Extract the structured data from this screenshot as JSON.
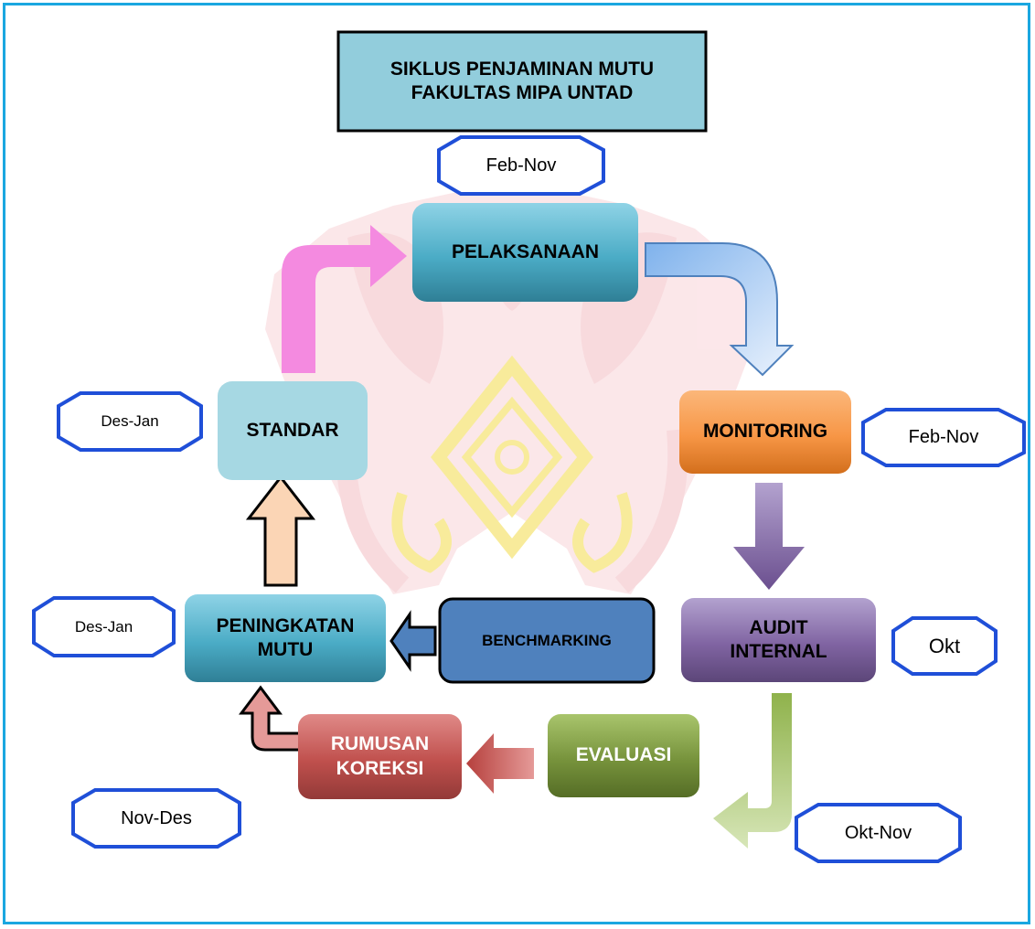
{
  "title": {
    "line1": "SIKLUS PENJAMINAN MUTU",
    "line2": "FAKULTAS MIPA UNTAD"
  },
  "steps": {
    "pelaksanaan": "PELAKSANAAN",
    "monitoring": "MONITORING",
    "audit": "AUDIT\nINTERNAL",
    "evaluasi": "EVALUASI",
    "rumusan": "RUMUSAN\nKOREKSI",
    "benchmarking": "BENCHMARKING",
    "peningkatan": "PENINGKATAN\nMUTU",
    "standar": "STANDAR"
  },
  "periods": {
    "pelaksanaan": "Feb-Nov",
    "monitoring": "Feb-Nov",
    "audit": "Okt",
    "evaluasi": "Okt-Nov",
    "rumusan": "Nov-Des",
    "peningkatan": "Des-Jan",
    "standar": "Des-Jan"
  },
  "colors": {
    "frame": "#1aa7e0",
    "title_bg": "#92cddc",
    "teal": "#4bacc6",
    "standar": "#a6d8e3",
    "monitoring": "#f79646",
    "audit": "#8064a2",
    "evaluasi": "#77933c",
    "rumusan": "#c0504d",
    "benchmarking": "#4f81bd",
    "oct_border": "#1f4fd8",
    "watermark": "#f7d4d8"
  }
}
